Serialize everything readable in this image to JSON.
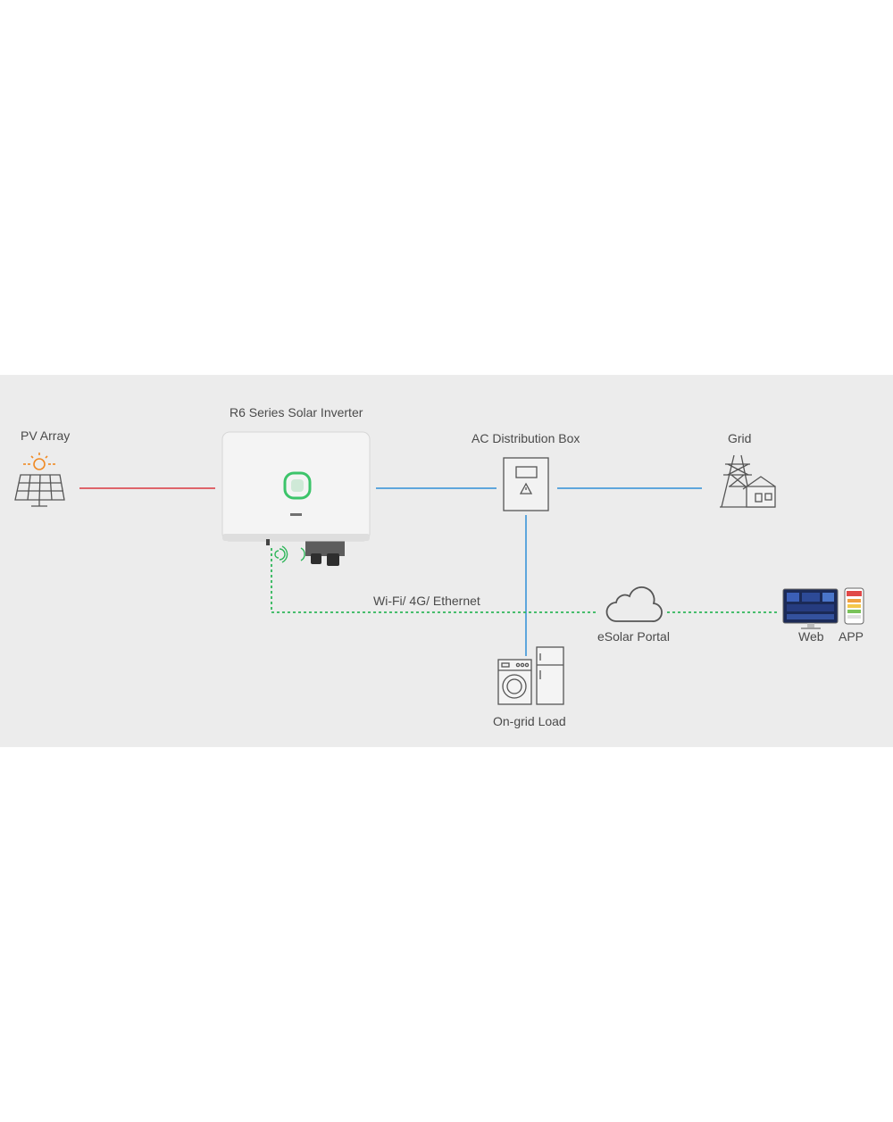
{
  "labels": {
    "pv_array": "PV Array",
    "inverter": "R6 Series Solar Inverter",
    "ac_box": "AC Distribution Box",
    "grid": "Grid",
    "comm": "Wi-Fi/ 4G/ Ethernet",
    "portal": "eSolar Portal",
    "web": "Web",
    "app": "APP",
    "load": "On-grid Load"
  },
  "colors": {
    "background_band": "#ececec",
    "dc_line": "#d9363e",
    "ac_line": "#2f8fd6",
    "comm_line": "#2fb65a",
    "sun": "#f08a24",
    "icon_stroke": "#555555",
    "inverter_led": "#3cc46a"
  },
  "icons": [
    "solar-panel-icon",
    "sun-icon",
    "inverter-icon",
    "distribution-box-icon",
    "grid-tower-icon",
    "cloud-icon",
    "monitor-icon",
    "phone-icon",
    "washing-machine-icon",
    "refrigerator-icon",
    "wifi-signal-icon"
  ]
}
